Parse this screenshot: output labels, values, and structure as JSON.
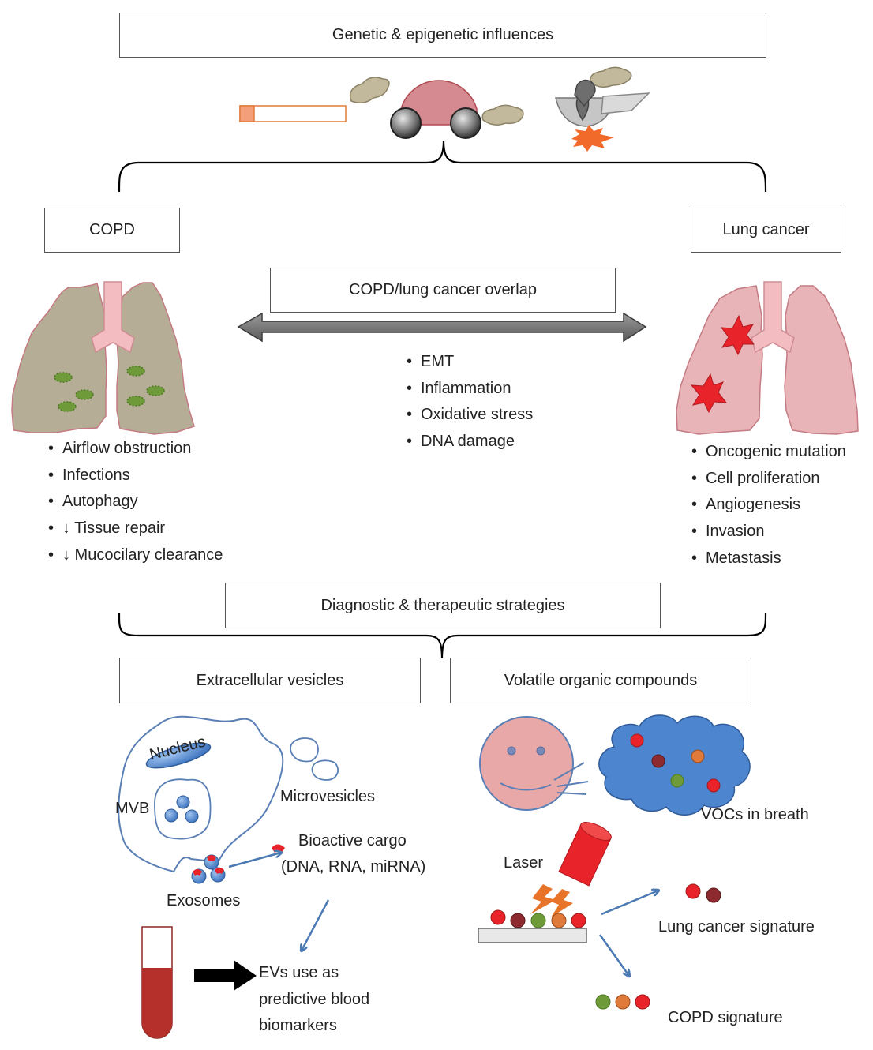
{
  "boxes": {
    "top": "Genetic & epigenetic influences",
    "copd": "COPD",
    "lung_cancer": "Lung cancer",
    "overlap": "COPD/lung cancer overlap",
    "strategies": "Diagnostic & therapeutic strategies",
    "ev": "Extracellular vesicles",
    "voc": "Volatile organic compounds"
  },
  "overlap_items": [
    "EMT",
    "Inflammation",
    "Oxidative stress",
    "DNA damage"
  ],
  "copd_items": [
    "Airflow obstruction",
    "Infections",
    "Autophagy",
    "↓ Tissue repair",
    "↓ Mucocilary clearance"
  ],
  "cancer_items": [
    "Oncogenic mutation",
    "Cell proliferation",
    "Angiogenesis",
    "Invasion",
    "Metastasis"
  ],
  "ev_labels": {
    "nucleus": "Nucleus",
    "mvb": "MVB",
    "microvesicles": "Microvesicles",
    "cargo_line1": "Bioactive cargo",
    "cargo_line2": "(DNA, RNA, miRNA)",
    "exosomes": "Exosomes",
    "biomarker_line1": "EVs use as",
    "biomarker_line2": "predictive blood",
    "biomarker_line3": "biomarkers"
  },
  "voc_labels": {
    "breath": "VOCs in breath",
    "laser": "Laser",
    "cancer_signature": "Lung cancer signature",
    "copd_signature": "COPD signature"
  },
  "colors": {
    "copd_lung": "#b6ad96",
    "cancer_lung": "#e8b4b8",
    "trachea": "#f2bcc0",
    "tumor": "#e8232a",
    "arrow_blue": "#4b79b3",
    "cloud_blue": "#4d86cf",
    "blood": "#b5302b"
  }
}
